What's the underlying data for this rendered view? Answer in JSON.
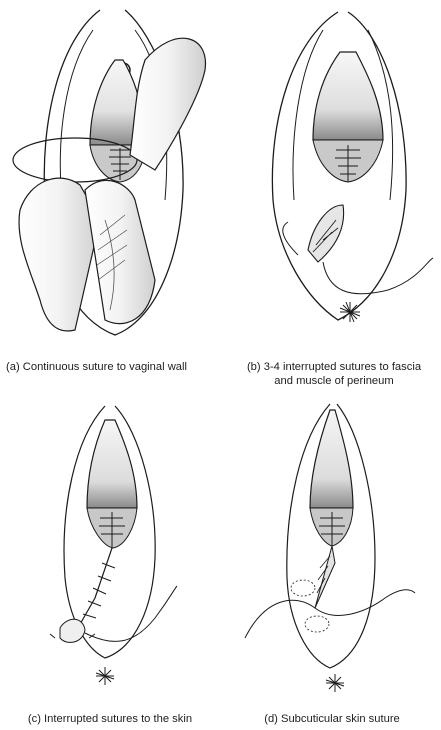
{
  "figure": {
    "captions": {
      "a": "(a) Continuous suture to vaginal wall",
      "b_line1": "(b) 3-4 interrupted sutures to fascia",
      "b_line2": "and muscle of perineum",
      "c": "(c) Interrupted sutures to the skin",
      "d": "(d) Subcuticular skin suture"
    },
    "colors": {
      "ink": "#1c1c1c",
      "tissue_light": "#f4f4f4",
      "tissue_mid": "#d8d8d8",
      "tissue_dark": "#9a9a9a",
      "shadow": "#6f6f6f"
    },
    "icons": [
      "suture-needle-icon",
      "suture-knot-icon"
    ]
  }
}
